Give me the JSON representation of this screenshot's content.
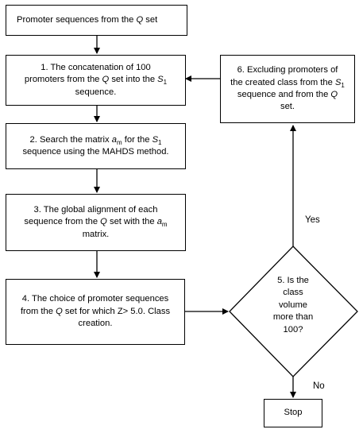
{
  "nodes": {
    "start": {
      "text": "Promoter sequences from the ",
      "var": "Q",
      "text2": " set"
    },
    "step1": {
      "line1": "1. The concatenation of 100",
      "line2a": "promoters from the ",
      "line2var": "Q",
      "line2b": " set into the ",
      "line2sym": "S",
      "line2sub": "1",
      "line3": "sequence."
    },
    "step2": {
      "line1a": "2. Search the matrix ",
      "line1sym": "a",
      "line1sub": "m",
      "line1b": " for the ",
      "line1sym2": "S",
      "line1sub2": "1",
      "line2": "sequence using the MAHDS method."
    },
    "step3": {
      "line1": "3. The global alignment of each",
      "line2a": "sequence from the ",
      "line2var": "Q",
      "line2b": " set with the ",
      "line2sym": "a",
      "line2sub": "m",
      "line3": "matrix."
    },
    "step4": {
      "line1": "4. The choice of promoter sequences",
      "line2a": "from the ",
      "line2var": "Q",
      "line2b": " set for which Z> 5.0. Class",
      "line3": "creation."
    },
    "step5": {
      "line1": "5. Is the",
      "line2": "class",
      "line3": "volume",
      "line4": "more than",
      "line5": "100?"
    },
    "step6": {
      "line1": "6. Excluding promoters of",
      "line2a": "the created class from the ",
      "line2sym": "S",
      "line2sub": "1",
      "line3a": "sequence and from the ",
      "line3var": "Q",
      "line4": "set."
    },
    "stop": {
      "text": "Stop"
    }
  },
  "edges": {
    "yes_label": "Yes",
    "no_label": "No"
  }
}
